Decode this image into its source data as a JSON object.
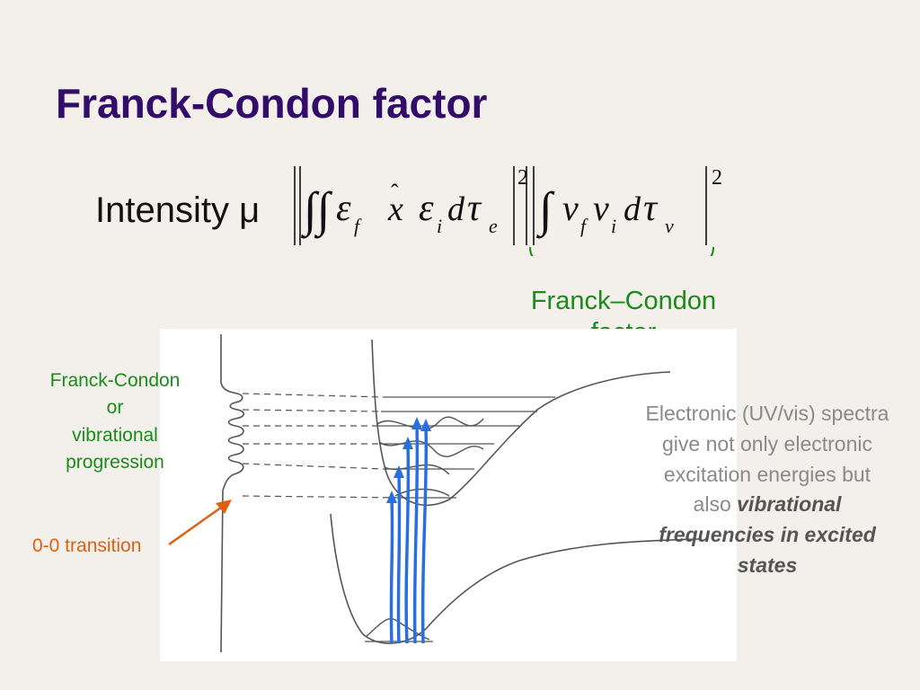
{
  "slide": {
    "title": "Franck-Condon factor",
    "equation": {
      "label": "Intensity",
      "proportional_symbol": "μ"
    },
    "franck_condon_label": "Franck–Condon factor",
    "progression_label": [
      "Franck-Condon",
      "or",
      "vibrational",
      "progression"
    ],
    "transition_label": "0-0 transition",
    "side_note": {
      "plain": "Electronic (UV/vis) spectra give not only electronic excitation energies but also",
      "emphasis": "vibrational frequencies in excited states"
    }
  },
  "colors": {
    "title": "#330c6b",
    "green_annotation": "#1a8c1a",
    "orange_annotation": "#e06010",
    "transition_arrows": "#2a6fe0",
    "side_note": "#8a8a8a",
    "background": "#f3efea"
  }
}
